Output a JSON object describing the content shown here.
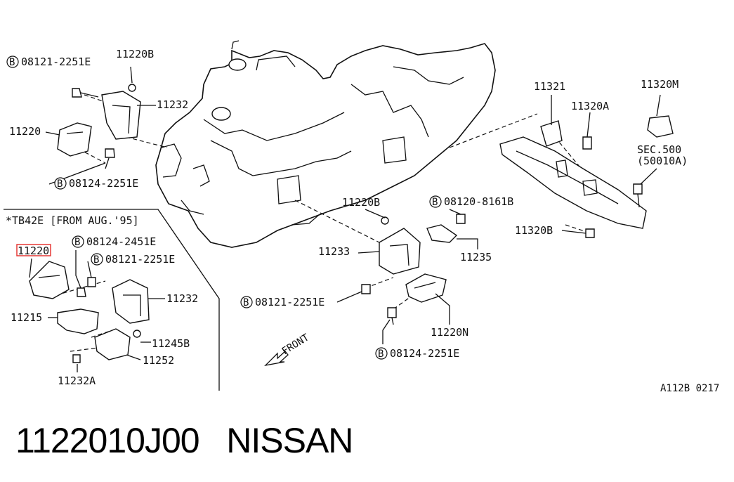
{
  "labels": {
    "b_08121_2251E_top": "08121-2251E",
    "p_11220B_top": "11220B",
    "p_11232_top": "11232",
    "p_11220_left": "11220",
    "b_08124_2251E_left": "08124-2251E",
    "p_11321": "11321",
    "p_11320A": "11320A",
    "p_11320M": "11320M",
    "sec_500": "SEC.500",
    "sec_50010A": "(50010A)",
    "p_11320B": "11320B",
    "p_11220B_mid": "11220B",
    "b_08120_8161B": "08120-8161B",
    "p_11233": "11233",
    "p_11235": "11235",
    "b_08121_2251E_mid": "08121-2251E",
    "p_11220N": "11220N",
    "b_08124_2251E_bottom": "08124-2251E",
    "front": "FRONT",
    "inset_title": "*TB42E [FROM AUG.'95]",
    "inset_11220": "11220",
    "b_08124_2451E": "08124-2451E",
    "b_08121_2251E_inset": "08121-2251E",
    "inset_11232": "11232",
    "p_11215": "11215",
    "p_11245B": "11245B",
    "p_11252": "11252",
    "p_11232A": "11232A",
    "ref_code": "A112B 0217",
    "b_mark": "B"
  },
  "footer": {
    "part_number": "1122010J00",
    "brand": "NISSAN"
  },
  "colors": {
    "highlight": "#e53935",
    "ink": "#111111"
  }
}
